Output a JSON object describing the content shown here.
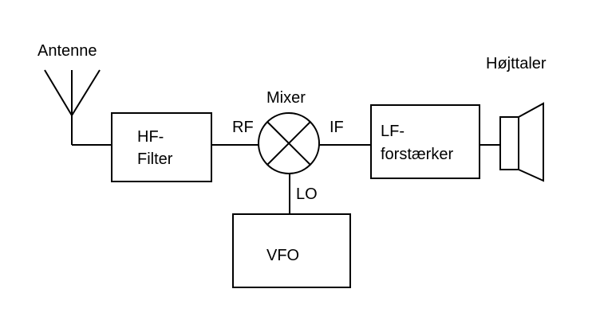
{
  "diagram": {
    "antenna_label": "Antenne",
    "hf_filter": {
      "line1": "HF-",
      "line2": "Filter"
    },
    "rf_label": "RF",
    "mixer_label": "Mixer",
    "if_label": "IF",
    "lo_label": "LO",
    "vfo_label": "VFO",
    "lf_amp": {
      "line1": "LF-",
      "line2": "forstærker"
    },
    "speaker_label": "Højttaler"
  },
  "colors": {
    "stroke": "#000000",
    "background": "#ffffff"
  }
}
